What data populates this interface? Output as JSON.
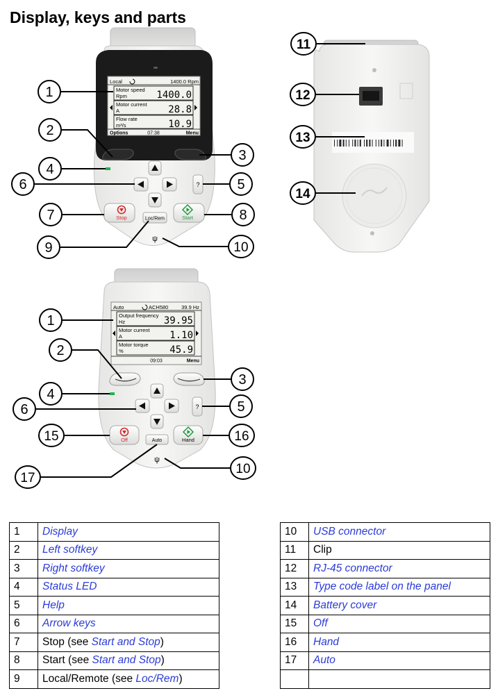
{
  "page": {
    "title": "Display, keys and parts"
  },
  "panel1": {
    "status_left": "Local",
    "status_right": "1400.0 Rpm",
    "rows": [
      {
        "name": "Motor speed",
        "unit": "Rpm",
        "value": "1400.0"
      },
      {
        "name": "Motor current",
        "unit": "A",
        "value": "28.8"
      },
      {
        "name": "Flow rate",
        "unit": "m³/s",
        "value": "10.9"
      }
    ],
    "softkey_left": "Options",
    "clock": "07:38",
    "softkey_right": "Menu",
    "stop_label": "Stop",
    "start_label": "Start",
    "locrem_label": "Loc/Rem",
    "help_label": "?"
  },
  "panel2": {
    "status_left": "Auto",
    "status_mid": "ACH580",
    "status_right": "39.9 Hz",
    "rows": [
      {
        "name": "Output frequency",
        "unit": "Hz",
        "value": "39.95"
      },
      {
        "name": "Motor current",
        "unit": "A",
        "value": "1.10"
      },
      {
        "name": "Motor torque",
        "unit": "%",
        "value": "45.9"
      }
    ],
    "clock": "09:03",
    "softkey_right": "Menu",
    "off_label": "Off",
    "hand_label": "Hand",
    "auto_label": "Auto",
    "help_label": "?"
  },
  "callouts": {
    "c1": "1",
    "c2": "2",
    "c3": "3",
    "c4": "4",
    "c5": "5",
    "c6": "6",
    "c7": "7",
    "c8": "8",
    "c9": "9",
    "c10": "10",
    "c11": "11",
    "c12": "12",
    "c13": "13",
    "c14": "14",
    "c15": "15",
    "c16": "16",
    "c17": "17"
  },
  "legend_left": [
    {
      "num": "1",
      "text": "Display"
    },
    {
      "num": "2",
      "text": "Left softkey"
    },
    {
      "num": "3",
      "text": "Right softkey"
    },
    {
      "num": "4",
      "text": "Status LED"
    },
    {
      "num": "5",
      "text": "Help"
    },
    {
      "num": "6",
      "text": "Arrow keys"
    },
    {
      "num": "7",
      "prefix": "Stop (see ",
      "link": "Start and Stop",
      "suffix": ")"
    },
    {
      "num": "8",
      "prefix": "Start (see ",
      "link": "Start and Stop",
      "suffix": ")"
    },
    {
      "num": "9",
      "prefix": "Local/Remote (see ",
      "link": "Loc/Rem",
      "suffix": ")"
    }
  ],
  "legend_right": [
    {
      "num": "10",
      "text": "USB connector"
    },
    {
      "num": "11",
      "plain": "Clip"
    },
    {
      "num": "12",
      "text": "RJ-45 connector"
    },
    {
      "num": "13",
      "text": "Type code label on the panel"
    },
    {
      "num": "14",
      "text": "Battery cover"
    },
    {
      "num": "15",
      "text": "Off"
    },
    {
      "num": "16",
      "text": "Hand"
    },
    {
      "num": "17",
      "text": "Auto"
    },
    {
      "num": "",
      "text": ""
    }
  ],
  "colors": {
    "link": "#2b3bd6",
    "stop": "#d42a2a",
    "start": "#1f9a3b",
    "led": "#22b14c"
  }
}
